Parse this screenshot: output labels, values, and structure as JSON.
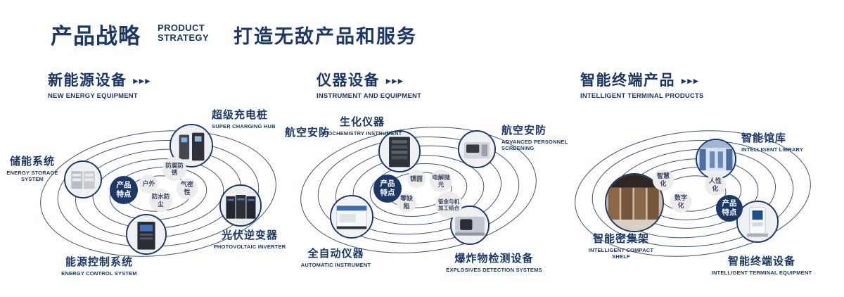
{
  "header": {
    "title": "产品战略",
    "subtitle_line1": "PRODUCT",
    "subtitle_line2": "STRATEGY",
    "slogan": "打造无敌产品和服务"
  },
  "decor": {
    "arrows": "▸▸▸"
  },
  "colors": {
    "navy": "#1b3866",
    "bubble_bg": "#ececec",
    "background": "#ffffff"
  },
  "sections": [
    {
      "title": "新能源设备",
      "title_en": "NEW ENERGY EQUIPMENT",
      "badge": "产品特点",
      "features": [
        "防腐防锈",
        "户外",
        "气密性",
        "防水防尘"
      ],
      "nodes": [
        {
          "zh": "超级充电桩",
          "en": "SUPER CHARGING HUB"
        },
        {
          "zh": "储能系统",
          "en": "ENERGY STORAGE SYSTEM"
        },
        {
          "zh": "光伏逆变器",
          "en": "PHOTOVOLTAIC INVERTER"
        },
        {
          "zh": "能源控制系统",
          "en": "ENERGY CONTROL SYSTEM"
        }
      ]
    },
    {
      "title": "仪器设备",
      "title_en": "INSTRUMENT AND EQUIPMENT",
      "badge": "产品特点",
      "extra_label": "航空安防",
      "features": [
        "镜面",
        "电解抛光",
        "零缺陷",
        "钣金与机加工结合"
      ],
      "nodes": [
        {
          "zh": "生化仪器",
          "en": "BIOCHEMISTRY INSTRUMENT"
        },
        {
          "zh": "航空安防",
          "en": "ADVANCED PERSONNEL SCREENING"
        },
        {
          "zh": "全自动仪器",
          "en": "AUTOMATIC INSTRUMENT"
        },
        {
          "zh": "爆炸物检测设备",
          "en": "EXPLOSIVES DETECTION SYSTEMS"
        }
      ]
    },
    {
      "title": "智能终端产品",
      "title_en": "INTELLIGENT TERMINAL PRODUCTS",
      "badge": "产品特点",
      "features": [
        "智慧化",
        "人性化",
        "数字化"
      ],
      "nodes": [
        {
          "zh": "智能馆库",
          "en": "INTELLIGENT LIBRARY"
        },
        {
          "zh": "智能密集架",
          "en": "INTELLIGENT COMPACT SHELF"
        },
        {
          "zh": "智能终端设备",
          "en": "INTELLIGENT TERMINAL EQUIPMENT"
        }
      ]
    }
  ]
}
